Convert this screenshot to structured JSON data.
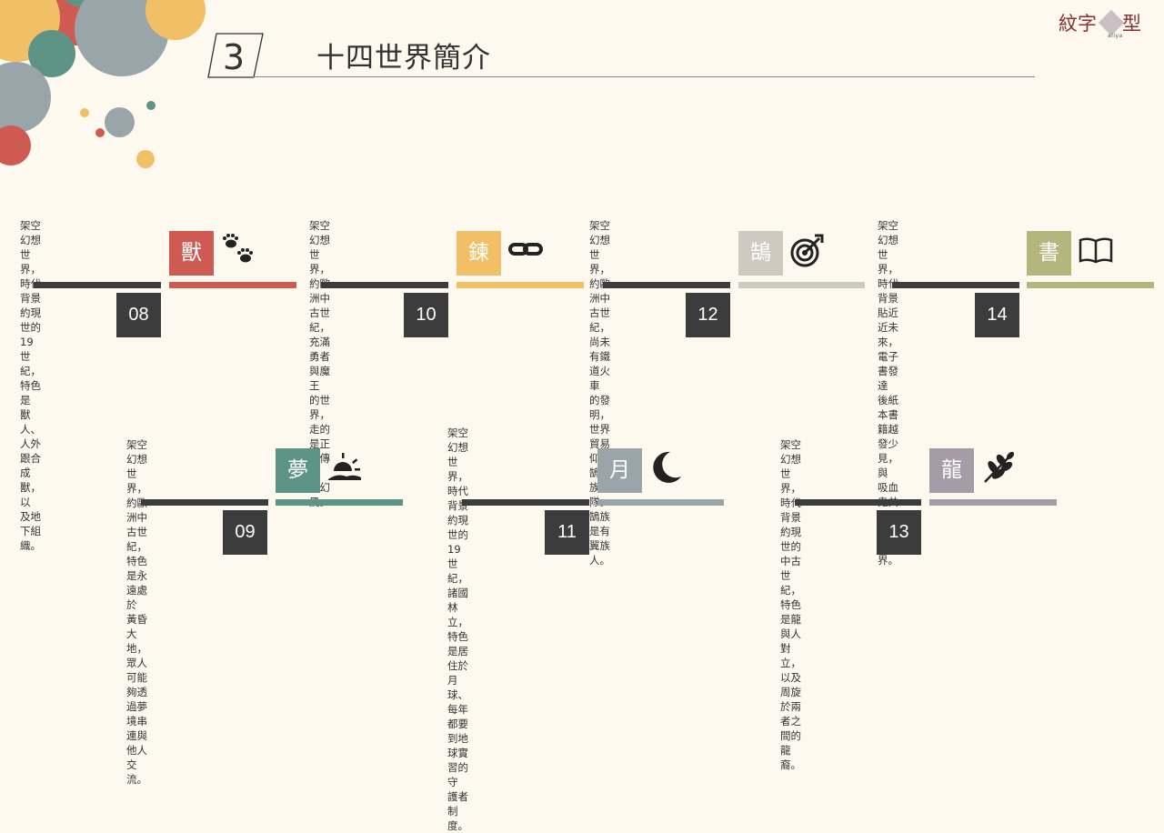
{
  "header": {
    "section_number": "3",
    "title": "十四世界簡介"
  },
  "logo": {
    "text_left": "紋字",
    "text_right": "型",
    "subtext": "aliya"
  },
  "worlds": [
    {
      "number": "08",
      "char": "獸",
      "icon": "paw-icon",
      "color": "#cf5a52",
      "desc": [
        "架空幻想世界，時代背景",
        "約現世的19世紀，特色是",
        "獸人、人外跟合成獸，以",
        "及地下組織。"
      ]
    },
    {
      "number": "10",
      "char": "鍊",
      "icon": "chain-link-icon",
      "color": "#f0bf66",
      "desc": [
        "架空幻想世界，約歐洲中",
        "古世紀，充滿勇者與魔王",
        "的世界，走的是正軌傳統",
        "奇幻風。"
      ]
    },
    {
      "number": "12",
      "char": "鵠",
      "icon": "target-arrow-icon",
      "color": "#cfc9bf",
      "desc": [
        "架空幻想世界，約歐洲中",
        "古世紀，尚未有鐵道火車",
        "的發明，世界貿易仰賴鵠",
        "族商隊。鵠族是有翼族人。"
      ]
    },
    {
      "number": "14",
      "char": "書",
      "icon": "open-book-icon",
      "color": "#b5b67e",
      "desc": [
        "架空幻想世界，時代背景",
        "貼近近未來，電子書發達",
        "後紙本書籍越發少見，與",
        "吸血鬼共存的特殊世界。"
      ]
    },
    {
      "number": "09",
      "char": "夢",
      "icon": "sunset-icon",
      "color": "#5e9486",
      "desc": [
        "架空幻想世界，約歐洲中",
        "古世紀，特色是永遠處於",
        "黃昏大地，眾人可能夠透",
        "過夢境串連與他人交流。"
      ]
    },
    {
      "number": "11",
      "char": "月",
      "icon": "crescent-moon-icon",
      "color": "#9aa5aa",
      "desc": [
        "架空幻想世界，時代背景",
        "約現世的19世紀，諸國林",
        "立，特色是居住於月球、",
        "每年都要到地球實習的守",
        "護者制度。"
      ]
    },
    {
      "number": "13",
      "char": "龍",
      "icon": "leaf-branch-icon",
      "color": "#a69ca8",
      "desc": [
        "架空幻想世界，時代背景",
        "約現世的中古世紀，特色",
        "是龍與人對立，以及周旋",
        "於兩者之間的龍裔。"
      ]
    }
  ]
}
